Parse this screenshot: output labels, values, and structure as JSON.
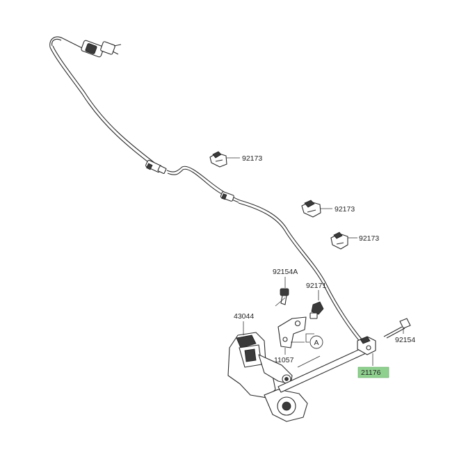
{
  "diagram": {
    "highlight_color": "#8fd08f",
    "labels": {
      "clip_1": "92173",
      "clip_2": "92173",
      "clip_3": "92173",
      "bolt_a": "92154A",
      "bolt_b": "92171",
      "bolt_c": "92154",
      "caliper": "43044",
      "bracket": "11057",
      "sensor": "21176",
      "ref_a": "A"
    }
  }
}
